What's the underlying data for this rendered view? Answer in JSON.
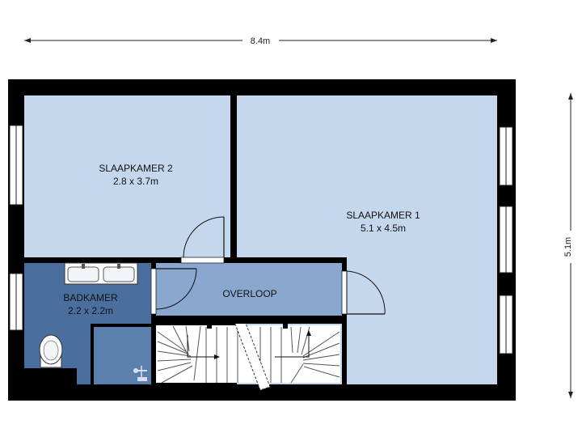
{
  "dimensions": {
    "width_label": "8.4m",
    "height_label": "5.1m"
  },
  "rooms": [
    {
      "id": "slaapkamer-2",
      "name": "SLAAPKAMER 2",
      "size": "2.8 x 3.7m",
      "color": "#c5d7ec"
    },
    {
      "id": "slaapkamer-1",
      "name": "SLAAPKAMER 1",
      "size": "5.1 x 4.5m",
      "color": "#c5d7ec"
    },
    {
      "id": "badkamer",
      "name": "BADKAMER",
      "size": "2.2 x 2.2m",
      "color": "#4a6f9e"
    },
    {
      "id": "overloop",
      "name": "OVERLOOP",
      "size": "",
      "color": "#8aa8cf"
    }
  ],
  "colors": {
    "wall": "#000000",
    "stair": "#ffffff",
    "shower": "#5b80ad"
  }
}
